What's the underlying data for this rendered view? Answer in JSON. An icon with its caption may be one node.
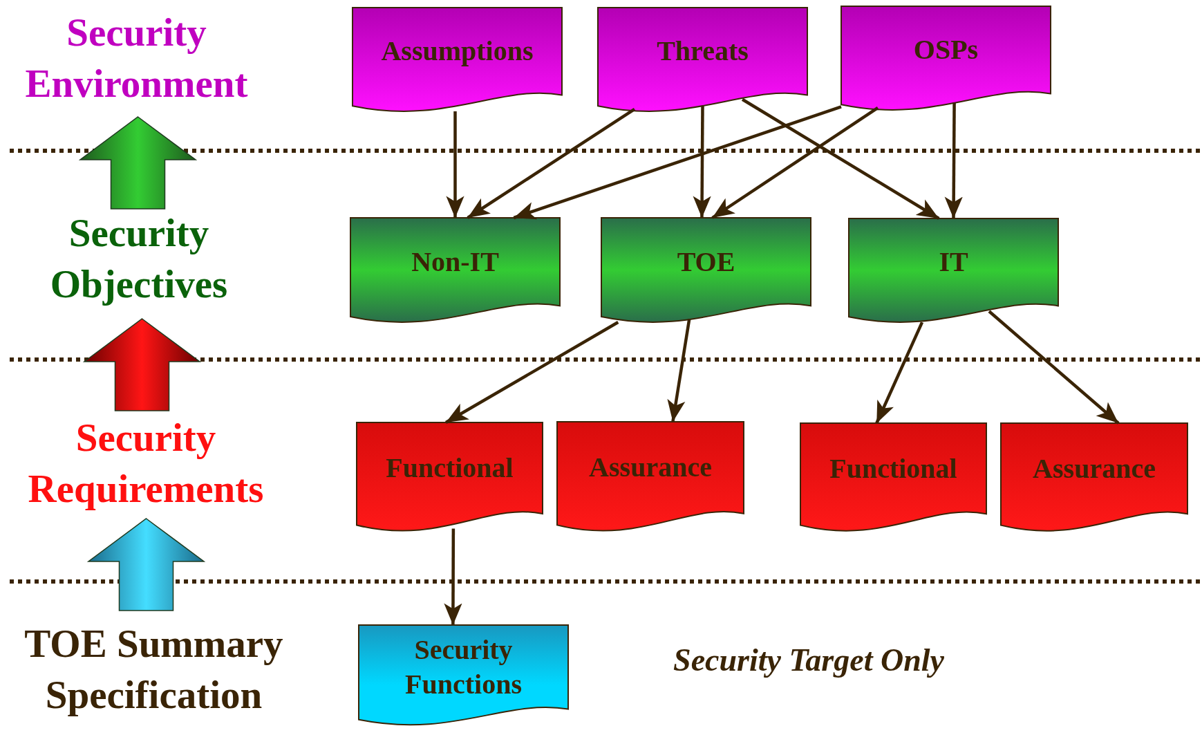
{
  "diagram": {
    "nodes": [
      {
        "text": [
          "Assumptions"
        ]
      },
      {
        "text": [
          "Threats"
        ]
      },
      {
        "text": [
          "OSPs"
        ]
      },
      {
        "text": [
          "Non-IT"
        ]
      },
      {
        "text": [
          "TOE"
        ]
      },
      {
        "text": [
          "IT"
        ]
      },
      {
        "text": [
          "Functional"
        ]
      },
      {
        "text": [
          "Assurance"
        ]
      },
      {
        "text": [
          "Functional"
        ]
      },
      {
        "text": [
          "Assurance"
        ]
      },
      {
        "text": [
          "Security Functions"
        ]
      }
    ],
    "edges": [
      {
        "from": 0,
        "to": 3,
        "arrow": "to"
      },
      {
        "from": 1,
        "to": 3,
        "arrow": "to"
      },
      {
        "from": 1,
        "to": 4,
        "arrow": "to"
      },
      {
        "from": 1,
        "to": 5,
        "arrow": "to"
      },
      {
        "from": 2,
        "to": 3,
        "arrow": "to"
      },
      {
        "from": 2,
        "to": 4,
        "arrow": "to"
      },
      {
        "from": 2,
        "to": 5,
        "arrow": "to"
      },
      {
        "from": 4,
        "to": 6,
        "arrow": "to"
      },
      {
        "from": 4,
        "to": 7,
        "arrow": "to"
      },
      {
        "from": 5,
        "to": 8,
        "arrow": "to"
      },
      {
        "from": 5,
        "to": 9,
        "arrow": "to"
      },
      {
        "from": 6,
        "to": 10,
        "arrow": "to"
      }
    ],
    "labels": [
      "Security Environment",
      "Security Objectives",
      "Security Requirements",
      "TOE Summary Specification",
      "Security Target Only"
    ]
  }
}
